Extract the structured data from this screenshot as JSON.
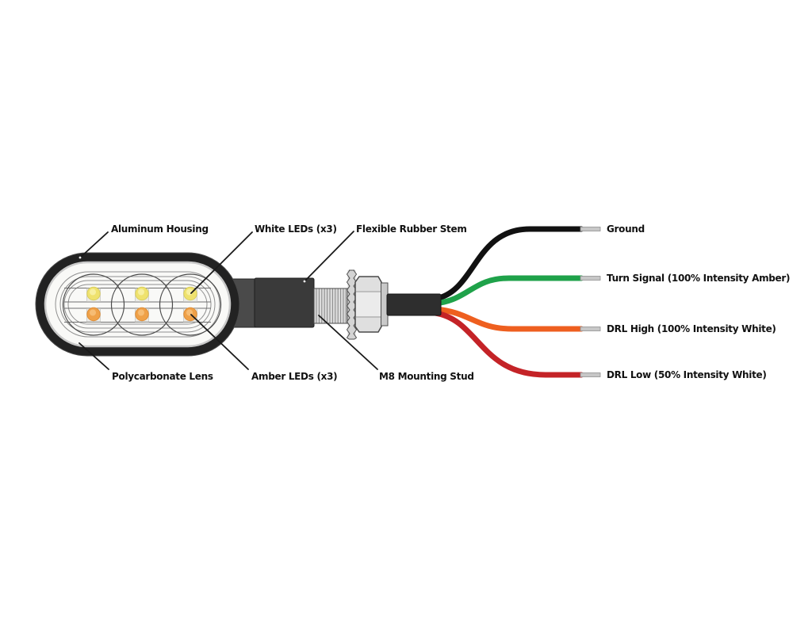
{
  "diagram": {
    "background_color": "#ffffff",
    "line_color": "#1a1a1a",
    "parts": {
      "aluminum_housing": "Aluminum Housing",
      "white_leds": "White LEDs (x3)",
      "flexible_rubber_stem": "Flexible Rubber Stem",
      "polycarbonate_lens": "Polycarbonate Lens",
      "amber_leds": "Amber LEDs (x3)",
      "m8_mounting_stud": "M8 Mounting Stud"
    },
    "wires": [
      {
        "name": "ground",
        "label": "Ground",
        "color": "#111111"
      },
      {
        "name": "turn-signal",
        "label": "Turn Signal (100% Intensity Amber)",
        "color": "#1fa24a"
      },
      {
        "name": "drl-high",
        "label": "DRL High (100% Intensity White)",
        "color": "#ee5f1f"
      },
      {
        "name": "drl-low",
        "label": "DRL Low (50% Intensity White)",
        "color": "#c42327"
      }
    ],
    "led_colors": {
      "white_led": "#efe26e",
      "white_led_highlight": "#f7f0a2",
      "amber_led": "#efa148",
      "amber_led_highlight": "#f6bc74"
    },
    "hardware_colors": {
      "housing_black": "#222222",
      "rubber_stem": "#3a3a3a",
      "metal_light": "#d9d9d9",
      "cable_sheath": "#2e2e2e",
      "wire_tip": "#c7c7c7"
    }
  }
}
